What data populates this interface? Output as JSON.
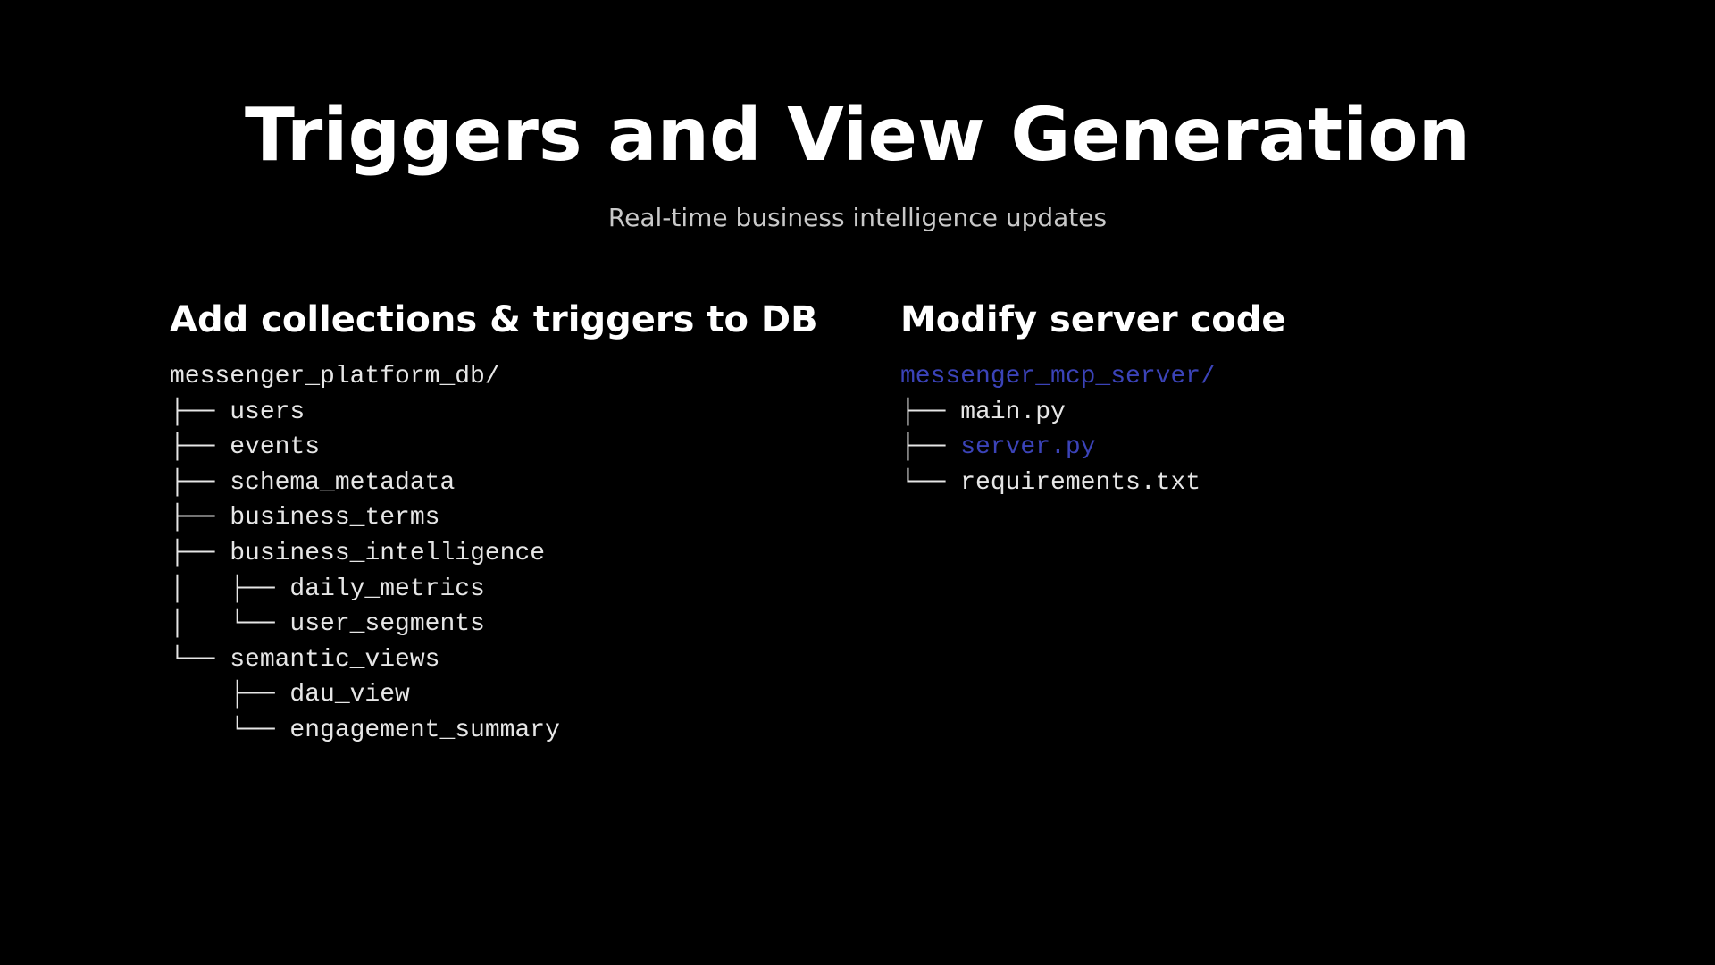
{
  "slide": {
    "title": "Triggers and View Generation",
    "subtitle": "Real-time business intelligence updates",
    "highlight_color": "#3b43b8",
    "text_color": "#e6e6e6",
    "background_color": "#000000"
  },
  "left_column": {
    "heading": "Add collections & triggers to DB",
    "tree": [
      {
        "prefix": "",
        "name": "messenger_platform_db/"
      },
      {
        "prefix": "├── ",
        "name": "users"
      },
      {
        "prefix": "├── ",
        "name": "events"
      },
      {
        "prefix": "├── ",
        "name": "schema_metadata"
      },
      {
        "prefix": "├── ",
        "name": "business_terms"
      },
      {
        "prefix": "├── ",
        "name": "business_intelligence"
      },
      {
        "prefix": "│   ├── ",
        "name": "daily_metrics"
      },
      {
        "prefix": "│   └── ",
        "name": "user_segments"
      },
      {
        "prefix": "└── ",
        "name": "semantic_views"
      },
      {
        "prefix": "    ├── ",
        "name": "dau_view"
      },
      {
        "prefix": "    └── ",
        "name": "engagement_summary"
      }
    ]
  },
  "right_column": {
    "heading": "Modify server code",
    "tree": [
      {
        "prefix": "",
        "name": "messenger_mcp_server/",
        "highlight": true
      },
      {
        "prefix": "├── ",
        "name": "main.py"
      },
      {
        "prefix": "├── ",
        "name": "server.py",
        "highlight": true
      },
      {
        "prefix": "└── ",
        "name": "requirements.txt"
      }
    ]
  }
}
